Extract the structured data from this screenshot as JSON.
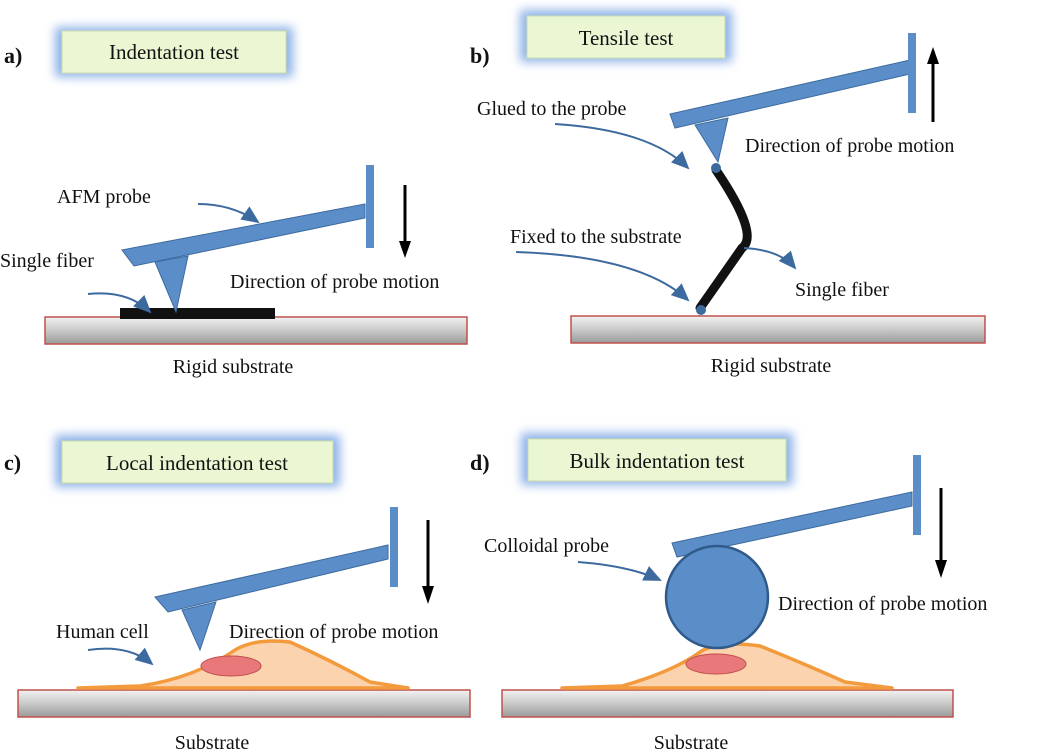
{
  "panels": {
    "a": {
      "letter": "a)",
      "title": "Indentation test",
      "probe_label": "AFM probe",
      "fiber_label": "Single fiber",
      "direction_label": "Direction of probe motion",
      "substrate_label": "Rigid substrate"
    },
    "b": {
      "letter": "b)",
      "title": "Tensile test",
      "glued_label": "Glued to the probe",
      "direction_label": "Direction of probe motion",
      "fixed_label": "Fixed to the substrate",
      "fiber_label": "Single fiber",
      "substrate_label": "Rigid substrate"
    },
    "c": {
      "letter": "c)",
      "title": "Local indentation test",
      "cell_label": "Human cell",
      "direction_label": "Direction of probe motion",
      "substrate_label": "Substrate"
    },
    "d": {
      "letter": "d)",
      "title": "Bulk indentation test",
      "probe_label": "Colloidal probe",
      "direction_label": "Direction of probe motion",
      "substrate_label": "Substrate"
    }
  },
  "colors": {
    "probe": "#5b8ec9",
    "probe_stroke": "#3d6a9e",
    "title_box_fill": "#ebf6d3",
    "title_box_glow": "#8fb2e8",
    "substrate_edge": "#c0504d",
    "cell_fill": "#fbd3ae",
    "cell_stroke": "#f39a3c",
    "nucleus": "#e8787a",
    "arrow": "#000000",
    "fiber": "#111111"
  }
}
